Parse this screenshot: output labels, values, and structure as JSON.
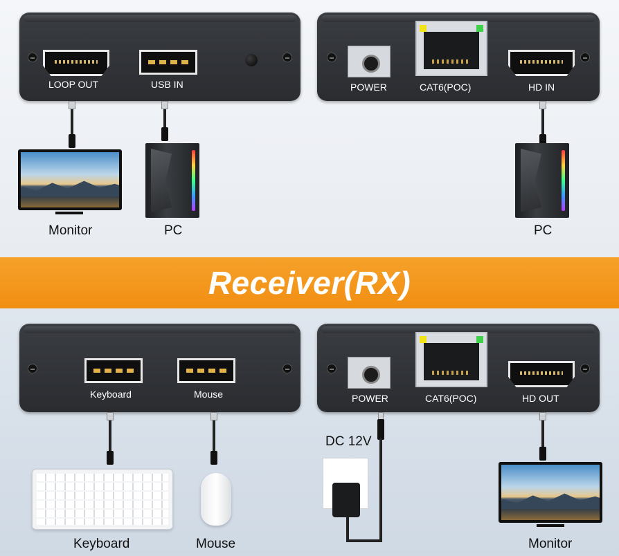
{
  "banner": {
    "title": "Receiver(RX)"
  },
  "top_left_device": {
    "ports": [
      {
        "label": "LOOP OUT"
      },
      {
        "label": "USB IN"
      }
    ],
    "captions": {
      "monitor": "Monitor",
      "pc": "PC"
    }
  },
  "top_right_device": {
    "ports": [
      {
        "label": "POWER"
      },
      {
        "label": "CAT6(POC)"
      },
      {
        "label": "HD IN"
      }
    ],
    "captions": {
      "pc": "PC"
    }
  },
  "bottom_left_device": {
    "ports": [
      {
        "label": "Keyboard"
      },
      {
        "label": "Mouse"
      }
    ],
    "captions": {
      "keyboard": "Keyboard",
      "mouse": "Mouse"
    }
  },
  "bottom_right_device": {
    "ports": [
      {
        "label": "POWER"
      },
      {
        "label": "CAT6(POC)"
      },
      {
        "label": "HD OUT"
      }
    ],
    "captions": {
      "power_supply": "DC 12V",
      "monitor": "Monitor"
    }
  },
  "colors": {
    "banner": "#f39a1e",
    "device": "#2e3034",
    "led_yellow": "#f2e21a",
    "led_green": "#3fd14a"
  }
}
